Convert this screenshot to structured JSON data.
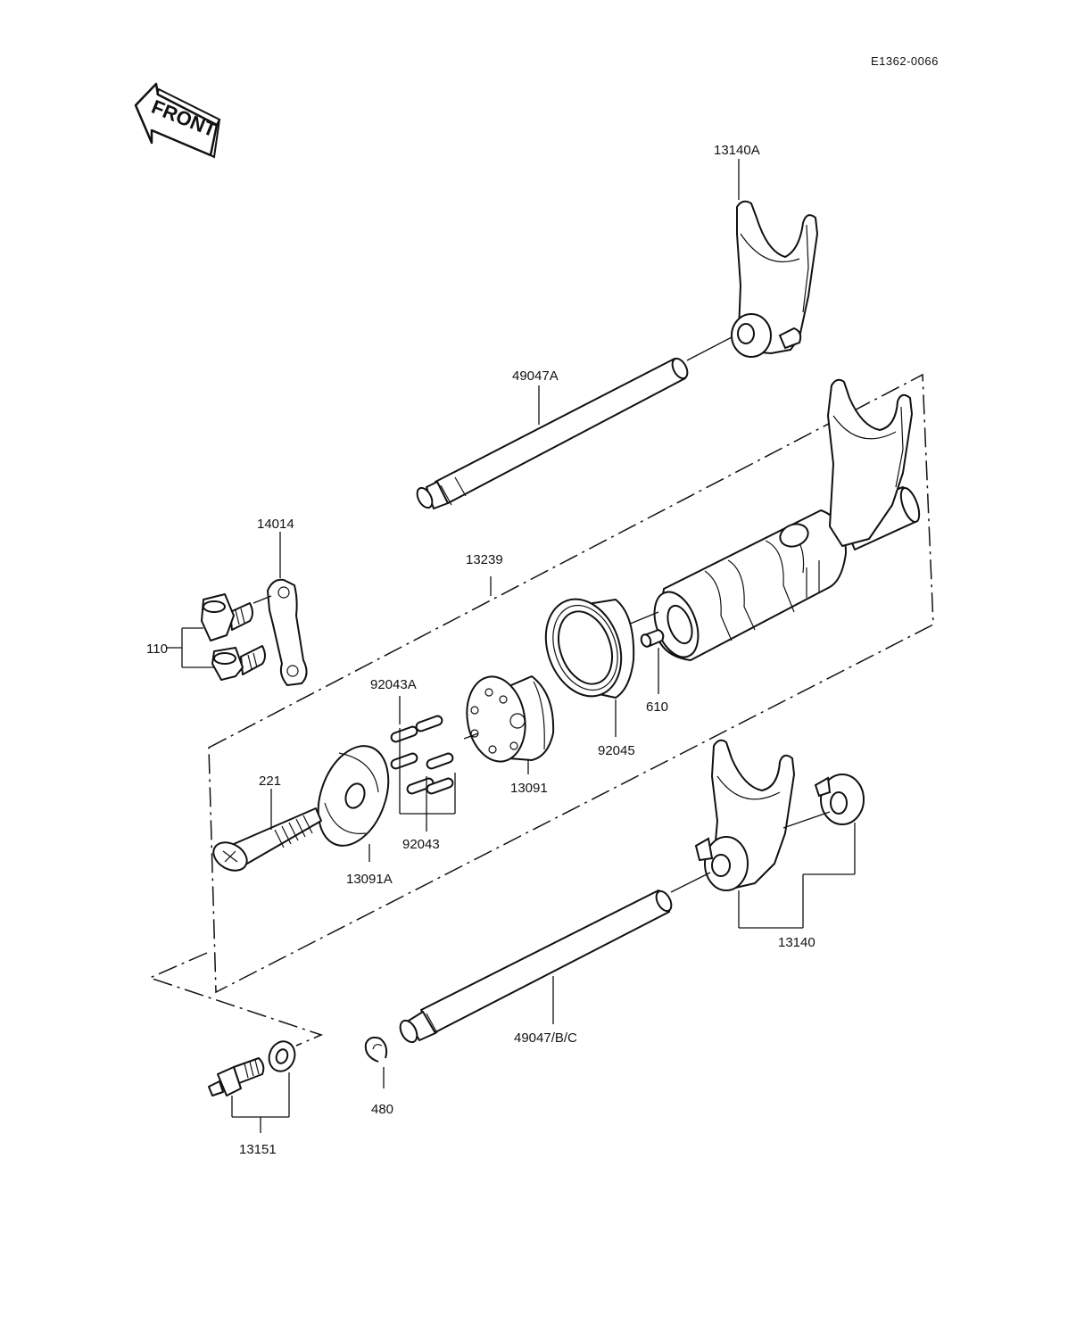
{
  "diagram": {
    "reference": "E1362-0066",
    "front_arrow_label": "FRONT",
    "part_labels": {
      "p13140A": "13140A",
      "p49047A": "49047A",
      "p14014": "14014",
      "p13239": "13239",
      "p110": "110",
      "p92043A": "92043A",
      "p610": "610",
      "p92045": "92045",
      "p221": "221",
      "p13091": "13091",
      "p92043": "92043",
      "p13091A": "13091A",
      "p13140": "13140",
      "p49047BC": "49047/B/C",
      "p480": "480",
      "p13151": "13151"
    }
  }
}
